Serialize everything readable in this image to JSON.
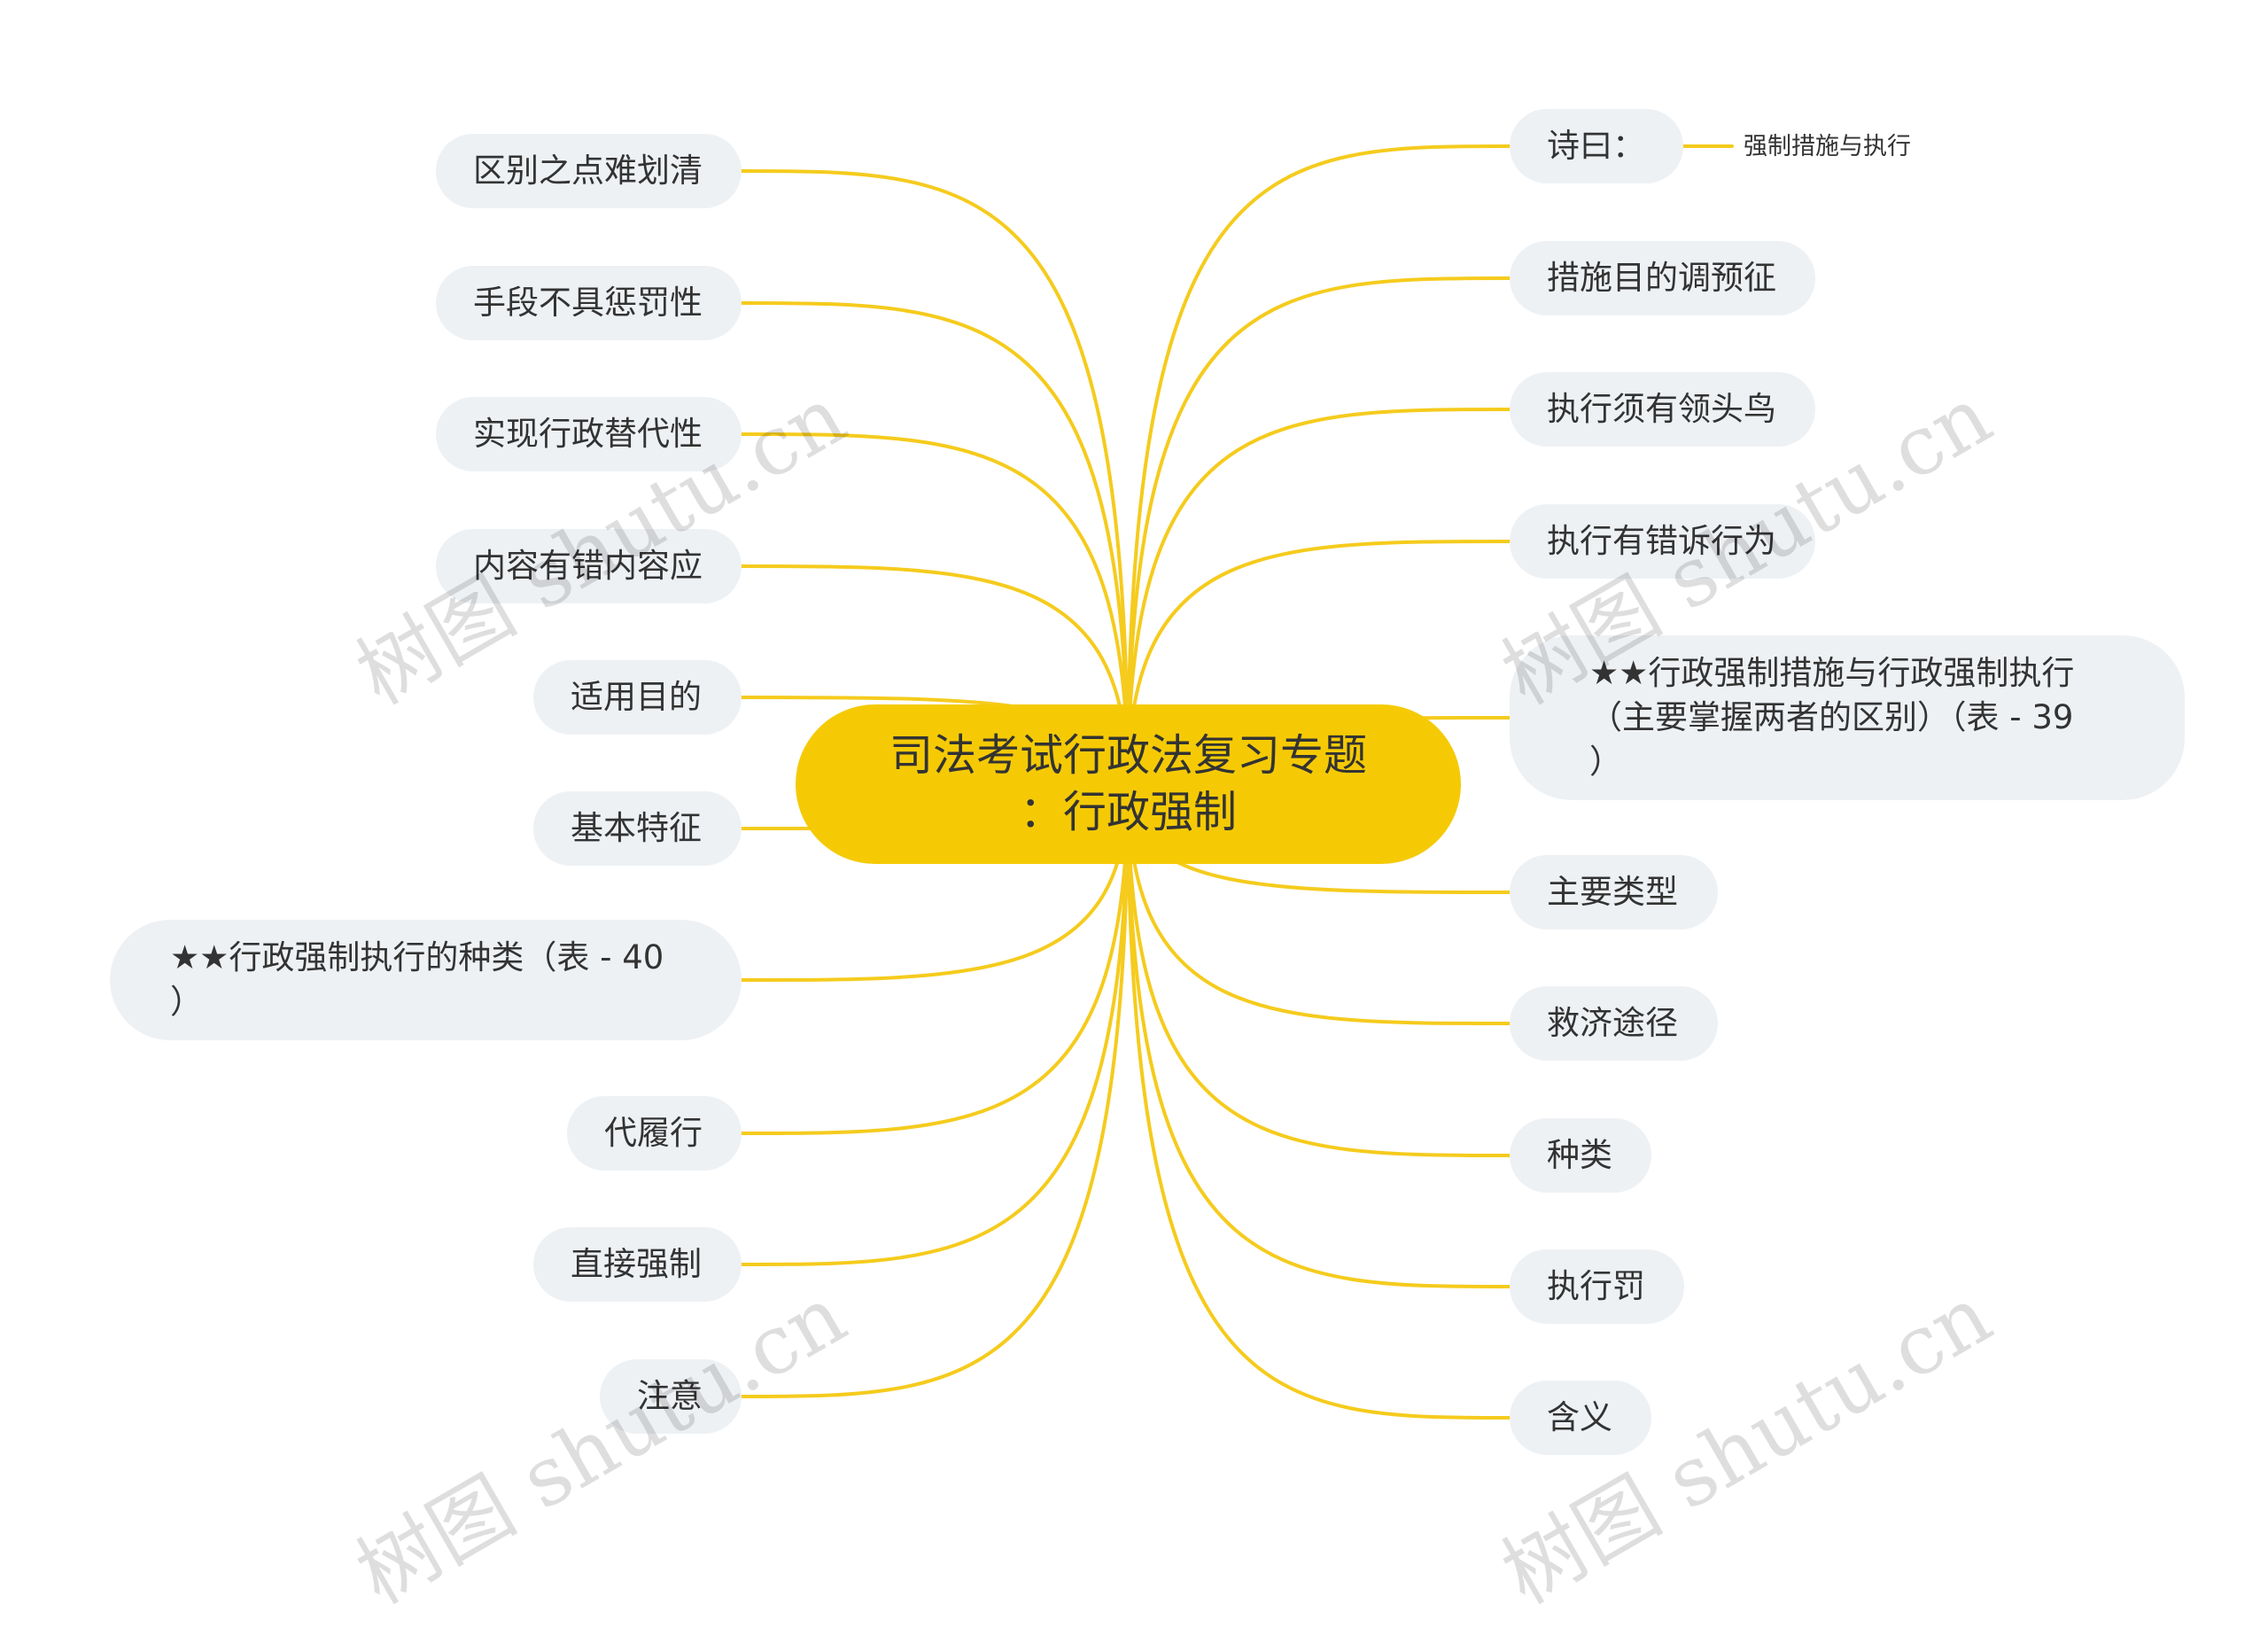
{
  "colors": {
    "branch": "#f5cb1d",
    "center_fill": "#f5ca05",
    "node_fill": "#eef1f4",
    "text": "#333333",
    "watermark": "#cccccc"
  },
  "center": {
    "lines": [
      "司法考试行政法复习专题",
      "：行政强制"
    ]
  },
  "left_nodes": [
    {
      "label": "区别之点难划清"
    },
    {
      "label": "手段不具惩罚性"
    },
    {
      "label": "实现行政替代性"
    },
    {
      "label": "内容有错内容应"
    },
    {
      "label": "适用目的"
    },
    {
      "label": "基本特征"
    },
    {
      "lines": [
        "★★行政强制执行的种类（表 - 40",
        "）"
      ]
    },
    {
      "label": "代履行"
    },
    {
      "label": "直接强制"
    },
    {
      "label": "注意"
    }
  ],
  "right_nodes": [
    {
      "label": "诗曰："
    },
    {
      "label": "措施目的调预征"
    },
    {
      "label": "执行须有领头鸟"
    },
    {
      "label": "执行有错诉行为"
    },
    {
      "lines": [
        "★★行政强制措施与行政强制执行",
        "（主要掌握两者的区别）（表 - 39",
        "）"
      ]
    },
    {
      "label": "主要类型"
    },
    {
      "label": "救济途径"
    },
    {
      "label": "种类"
    },
    {
      "label": "执行罚"
    },
    {
      "label": "含义"
    }
  ],
  "subnode": {
    "label": "强制措施与执行"
  },
  "watermark": {
    "text": "树图 shutu.cn"
  }
}
